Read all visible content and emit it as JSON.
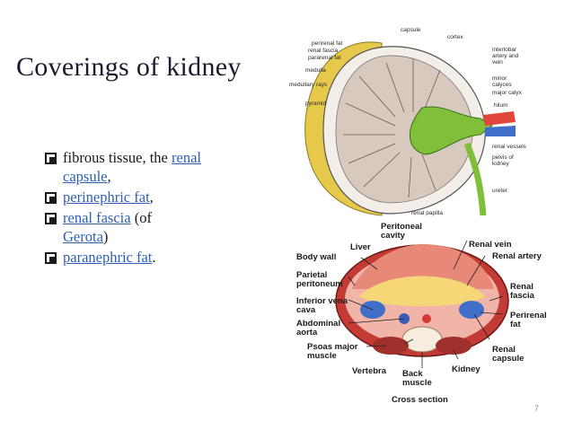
{
  "slide": {
    "title": "Coverings of kidney",
    "bullets": [
      {
        "pre": "fibrous tissue, the ",
        "link": "renal capsule",
        "post": ","
      },
      {
        "pre": "",
        "link": "perinephric fat",
        "post": ","
      },
      {
        "pre": "",
        "link": "renal fascia",
        "post": " (of "
      },
      {
        "pre": "",
        "link": "Gerota",
        "post": ")"
      },
      {
        "pre": "",
        "link": "paranephric fat",
        "post": "."
      }
    ],
    "page_number": "7"
  },
  "kidney_diagram": {
    "labels_left": [
      "perirenal fat",
      "renal fascia",
      "pararenal fat",
      "medulla",
      "medullary rays",
      "pyramid"
    ],
    "labels_top": [
      "capsule",
      "cortex"
    ],
    "labels_right": [
      "interlobar artery and vein",
      "minor calyces",
      "major calyx",
      "hilum",
      "renal vessels",
      "pelvis of kidney",
      "ureter"
    ],
    "labels_bottom": [
      "renal papilla"
    ]
  },
  "cross_section": {
    "labels": {
      "peritoneal_cavity": "Peritoneal cavity",
      "liver": "Liver",
      "renal_vein": "Renal vein",
      "body_wall": "Body wall",
      "renal_artery": "Renal artery",
      "parietal_peritoneum": "Parietal peritoneum",
      "renal_fascia": "Renal fascia",
      "inferior_vena_cava": "Inferior vena cava",
      "abdominal_aorta": "Abdominal aorta",
      "perirenal_fat": "Perirenal fat",
      "psoas": "Psoas major muscle",
      "renal_capsule": "Renal capsule",
      "vertebra": "Vertebra",
      "back_muscle": "Back muscle",
      "kidney": "Kidney",
      "caption": "Cross section"
    }
  }
}
